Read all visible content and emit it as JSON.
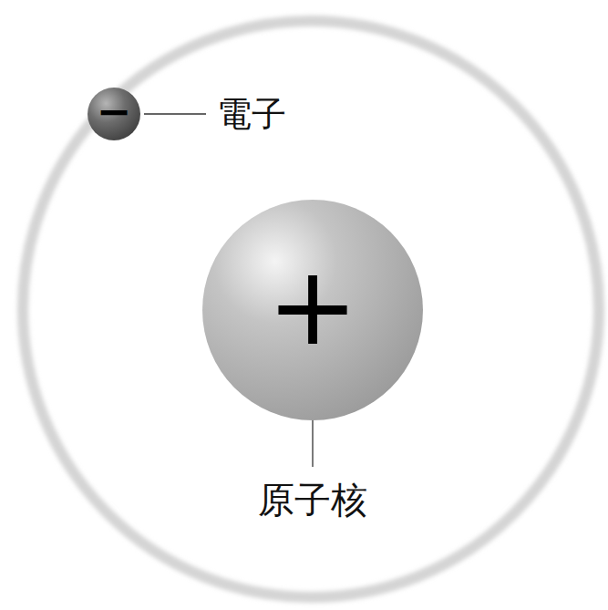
{
  "diagram": {
    "nodes": [
      {
        "text": [
          "−"
        ]
      },
      {
        "text": [
          "+"
        ]
      }
    ],
    "labels": [
      "電子",
      "原子核"
    ]
  }
}
